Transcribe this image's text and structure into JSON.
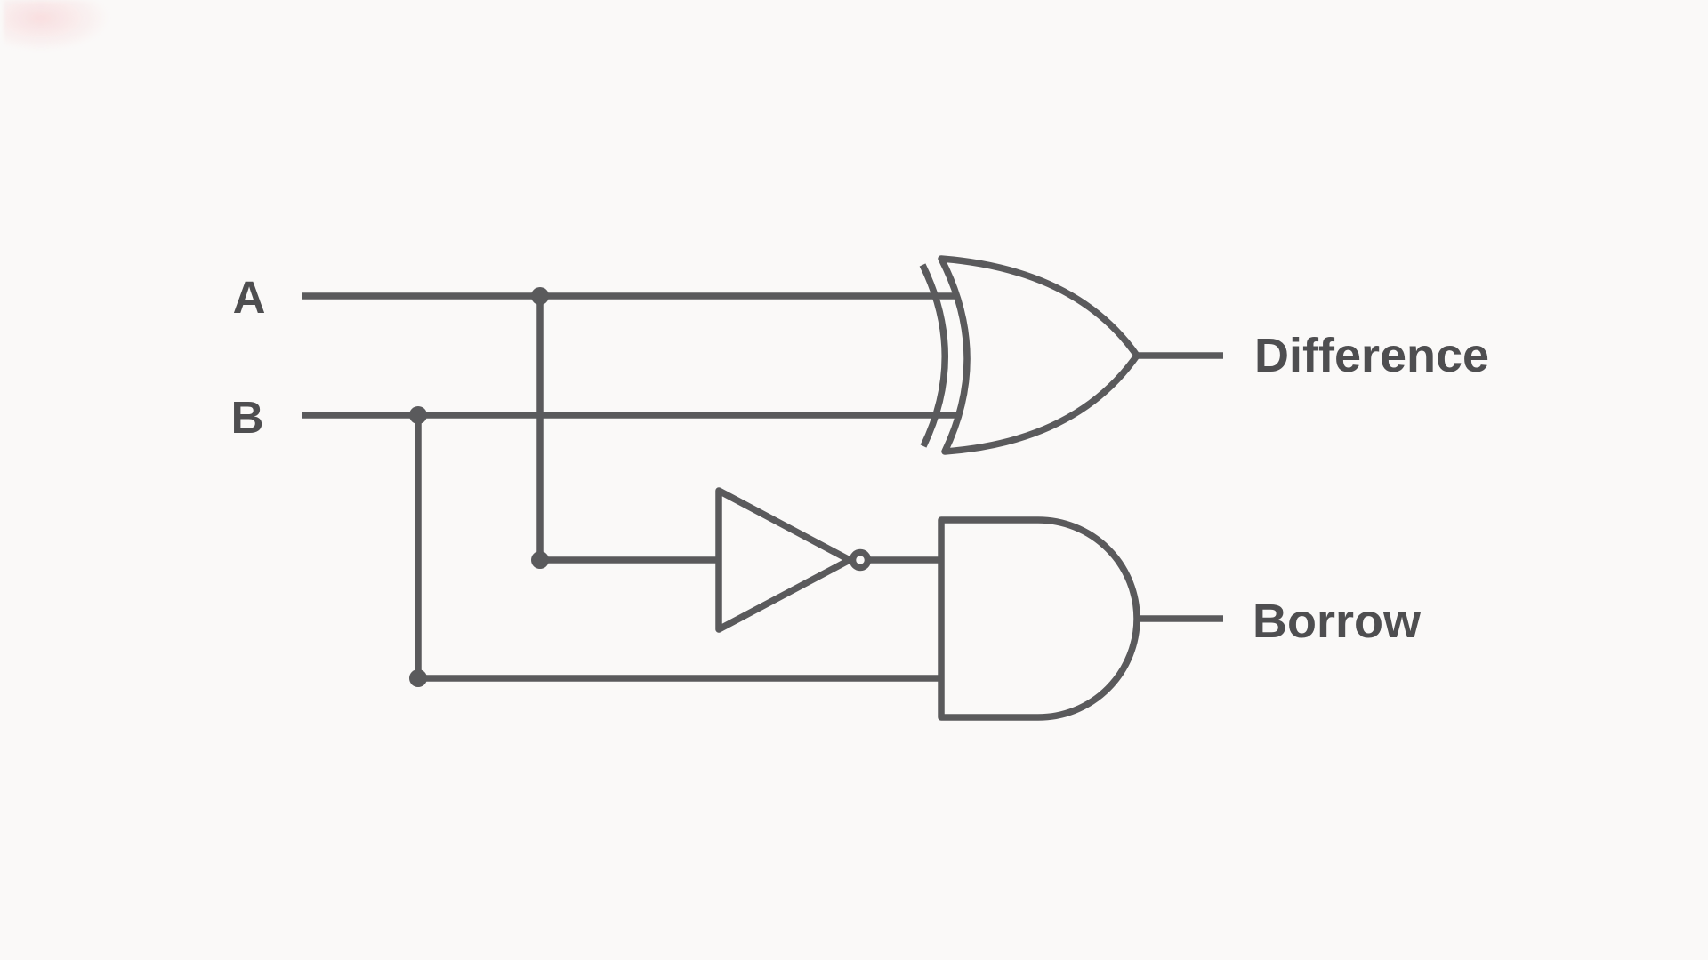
{
  "labels": {
    "input_a": "A",
    "input_b": "B",
    "output_difference": "Difference",
    "output_borrow": "Borrow"
  },
  "colors": {
    "background": "#faf9f8",
    "wire": "#5a5a5c",
    "text": "#4e4e50",
    "corner_artifact": "#f7b7bc"
  },
  "icons": {
    "xor_gate": "xor-gate-icon",
    "not_gate": "not-gate-icon",
    "and_gate": "and-gate-icon",
    "junction_dot": "junction-dot-icon",
    "inverter_bubble": "inverter-bubble-icon"
  },
  "circuit": {
    "description_type": "logic-circuit",
    "gates": [
      {
        "type": "XOR",
        "inputs": [
          "A",
          "B"
        ],
        "output": "Difference"
      },
      {
        "type": "NOT",
        "inputs": [
          "A"
        ],
        "output": "A-inverted"
      },
      {
        "type": "AND",
        "inputs": [
          "A-inverted",
          "B"
        ],
        "output": "Borrow"
      }
    ]
  }
}
